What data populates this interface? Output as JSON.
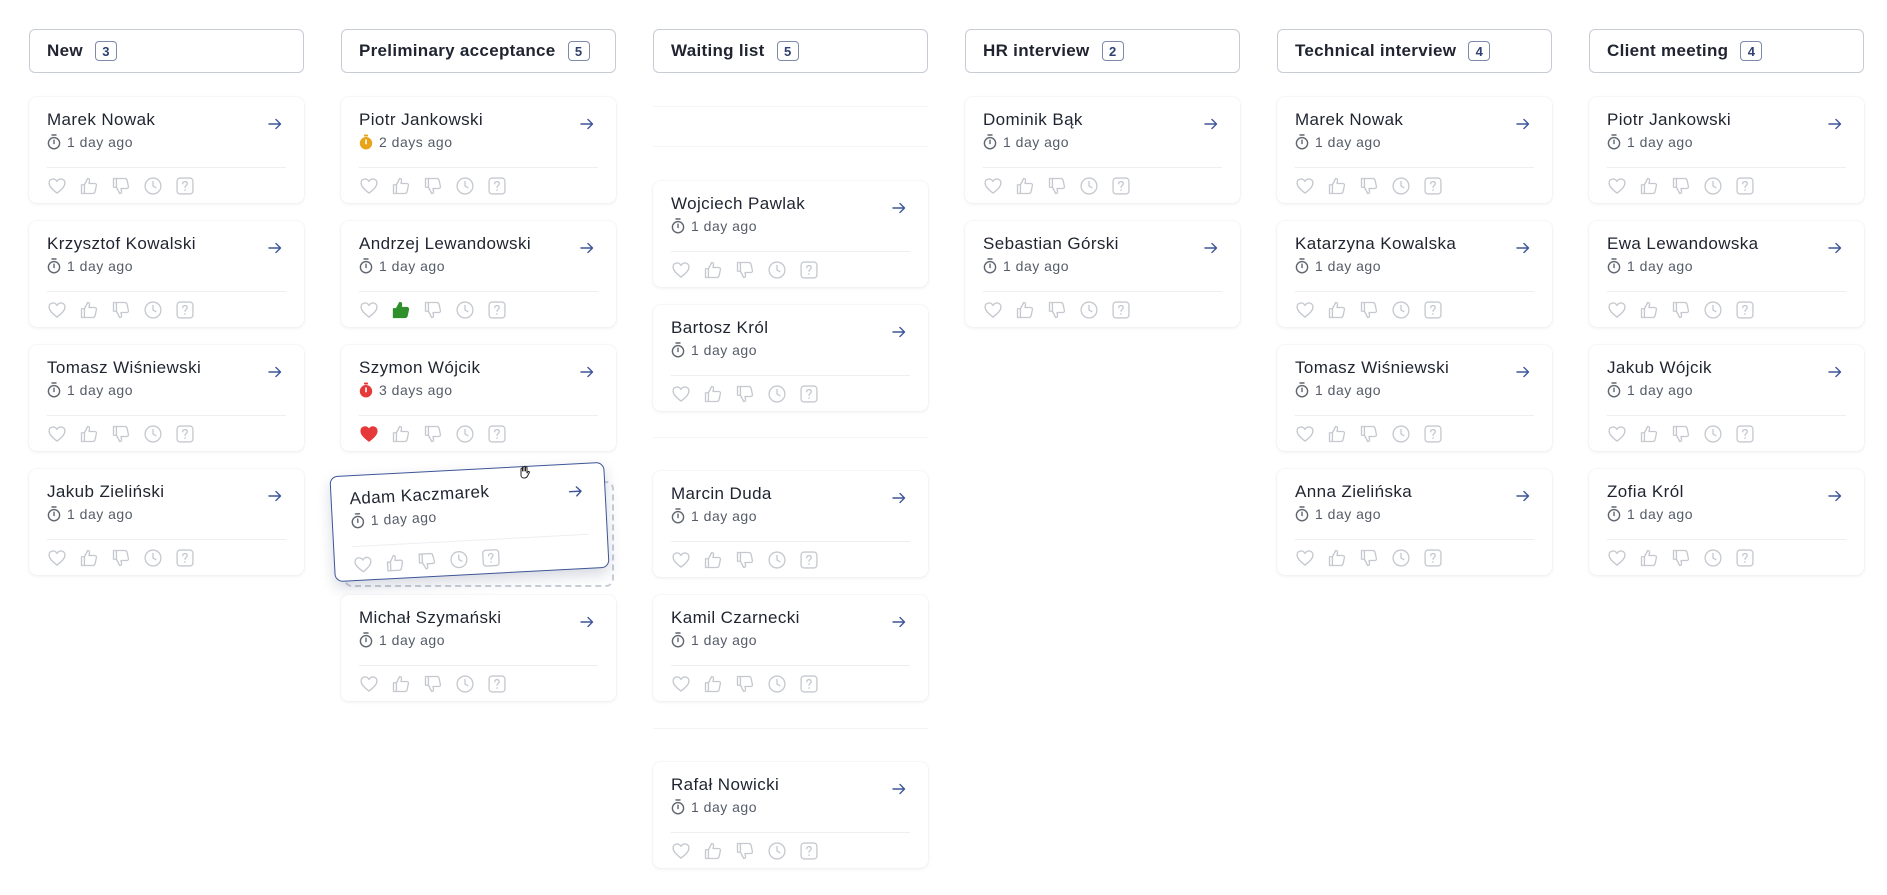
{
  "columns": [
    {
      "title": "New",
      "count": "3",
      "cards": [
        {
          "name": "Marek Nowak",
          "time": "1 day ago",
          "timer": "normal",
          "liked": false,
          "thumb_up": false
        },
        {
          "name": "Krzysztof Kowalski",
          "time": "1 day ago",
          "timer": "normal",
          "liked": false,
          "thumb_up": false
        },
        {
          "name": "Tomasz Wiśniewski",
          "time": "1 day ago",
          "timer": "normal",
          "liked": false,
          "thumb_up": false
        },
        {
          "name": "Jakub Zieliński",
          "time": "1 day ago",
          "timer": "normal",
          "liked": false,
          "thumb_up": false
        }
      ]
    },
    {
      "title": "Preliminary acceptance",
      "count": "5",
      "cards": [
        {
          "name": "Piotr Jankowski",
          "time": "2 days ago",
          "timer": "warning",
          "liked": false,
          "thumb_up": false
        },
        {
          "name": "Andrzej Lewandowski",
          "time": "1 day ago",
          "timer": "normal",
          "liked": false,
          "thumb_up": true
        },
        {
          "name": "Szymon Wójcik",
          "time": "3 days ago",
          "timer": "overdue",
          "liked": true,
          "thumb_up": false
        },
        {
          "name": "Adam Kaczmarek",
          "time": "1 day ago",
          "timer": "normal",
          "liked": false,
          "thumb_up": false,
          "dragging": true
        },
        {
          "name": "Michał Szymański",
          "time": "1 day ago",
          "timer": "normal",
          "liked": false,
          "thumb_up": false
        }
      ]
    },
    {
      "title": "Waiting list",
      "count": "5",
      "cards": [
        {
          "name": "Wojciech Pawlak",
          "time": "1 day ago",
          "timer": "normal",
          "liked": false,
          "thumb_up": false
        },
        {
          "name": "Bartosz Król",
          "time": "1 day ago",
          "timer": "normal",
          "liked": false,
          "thumb_up": false
        },
        {
          "name": "Marcin Duda",
          "time": "1 day ago",
          "timer": "normal",
          "liked": false,
          "thumb_up": false
        },
        {
          "name": "Kamil Czarnecki",
          "time": "1 day ago",
          "timer": "normal",
          "liked": false,
          "thumb_up": false
        },
        {
          "name": "Rafał Nowicki",
          "time": "1 day ago",
          "timer": "normal",
          "liked": false,
          "thumb_up": false
        }
      ]
    },
    {
      "title": "HR interview",
      "count": "2",
      "cards": [
        {
          "name": "Dominik Bąk",
          "time": "1 day ago",
          "timer": "normal",
          "liked": false,
          "thumb_up": false
        },
        {
          "name": "Sebastian Górski",
          "time": "1 day ago",
          "timer": "normal",
          "liked": false,
          "thumb_up": false
        }
      ]
    },
    {
      "title": "Technical interview",
      "count": "4",
      "cards": [
        {
          "name": "Marek Nowak",
          "time": "1 day ago",
          "timer": "normal",
          "liked": false,
          "thumb_up": false
        },
        {
          "name": "Katarzyna Kowalska",
          "time": "1 day ago",
          "timer": "normal",
          "liked": false,
          "thumb_up": false
        },
        {
          "name": "Tomasz Wiśniewski",
          "time": "1 day ago",
          "timer": "normal",
          "liked": false,
          "thumb_up": false
        },
        {
          "name": "Anna Zielińska",
          "time": "1 day ago",
          "timer": "normal",
          "liked": false,
          "thumb_up": false
        }
      ]
    },
    {
      "title": "Client meeting",
      "count": "4",
      "cards": [
        {
          "name": "Piotr Jankowski",
          "time": "1 day ago",
          "timer": "normal",
          "liked": false,
          "thumb_up": false
        },
        {
          "name": "Ewa Lewandowska",
          "time": "1 day ago",
          "timer": "normal",
          "liked": false,
          "thumb_up": false
        },
        {
          "name": "Jakub Wójcik",
          "time": "1 day ago",
          "timer": "normal",
          "liked": false,
          "thumb_up": false
        },
        {
          "name": "Zofia Król",
          "time": "1 day ago",
          "timer": "normal",
          "liked": false,
          "thumb_up": false
        }
      ]
    }
  ],
  "card_actions": [
    "heart-icon",
    "thumbs-up-icon",
    "thumbs-down-icon",
    "clock-icon",
    "question-icon"
  ],
  "colors": {
    "accent": "#3e5598",
    "warning": "#e8a317",
    "overdue": "#e5393a",
    "liked": "#e5393a",
    "thumb_up": "#2f8f2a",
    "icon_idle": "#c5c9cf"
  }
}
